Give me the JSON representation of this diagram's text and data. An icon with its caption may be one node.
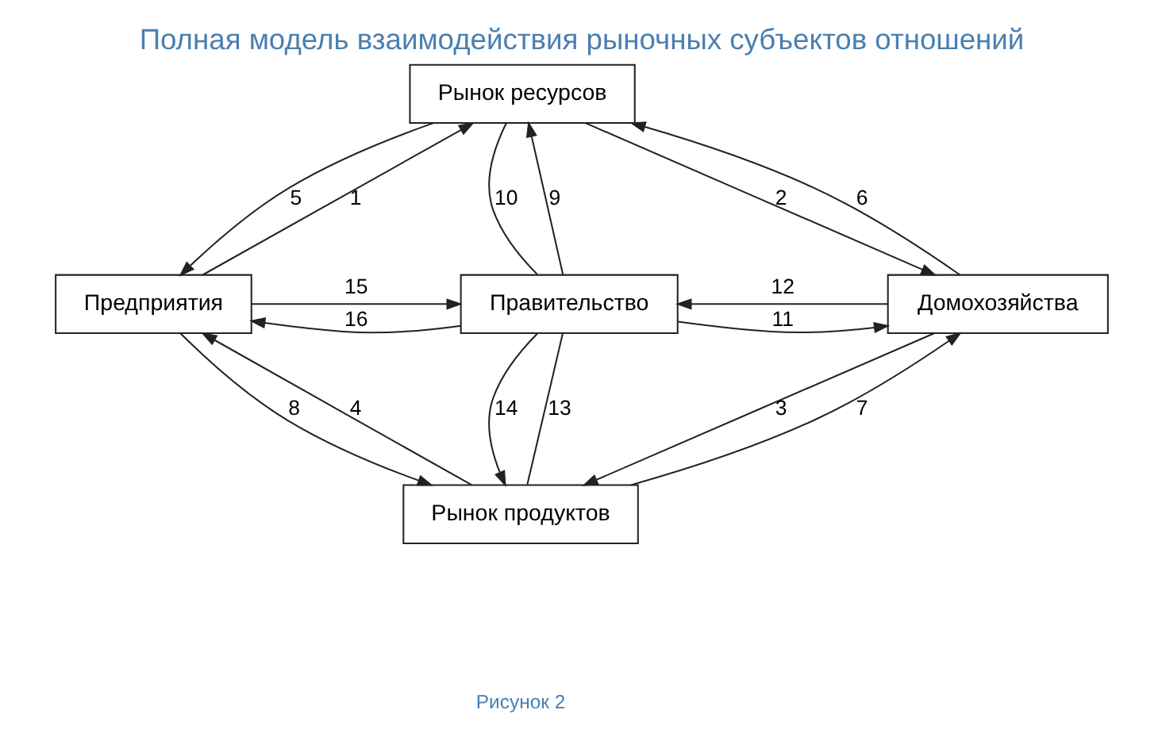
{
  "diagram": {
    "title": "Полная модель взаимодействия рыночных субъектов отношений",
    "caption": "Рисунок 2",
    "nodes": [
      {
        "text": [
          "Рынок ресурсов"
        ]
      },
      {
        "text": [
          "Предприятия"
        ]
      },
      {
        "text": [
          "Правительство"
        ]
      },
      {
        "text": [
          "Домохозяйства"
        ]
      },
      {
        "text": [
          "Рынок продуктов"
        ]
      }
    ],
    "edges": [
      {
        "from": 1,
        "to": 0,
        "arrow": "to",
        "label": "1"
      },
      {
        "from": 0,
        "to": 3,
        "arrow": "to",
        "label": "2"
      },
      {
        "from": 3,
        "to": 4,
        "arrow": "to",
        "label": "3"
      },
      {
        "from": 4,
        "to": 1,
        "arrow": "to",
        "label": "4"
      },
      {
        "from": 0,
        "to": 1,
        "arrow": "to",
        "label": "5"
      },
      {
        "from": 3,
        "to": 0,
        "arrow": "to",
        "label": "6"
      },
      {
        "from": 4,
        "to": 3,
        "arrow": "to",
        "label": "7"
      },
      {
        "from": 1,
        "to": 4,
        "arrow": "to",
        "label": "8"
      },
      {
        "from": 2,
        "to": 0,
        "arrow": "to",
        "label": "9"
      },
      {
        "from": 0,
        "to": 2,
        "arrow": "none",
        "label": "10"
      },
      {
        "from": 2,
        "to": 3,
        "arrow": "to",
        "label": "11"
      },
      {
        "from": 3,
        "to": 2,
        "arrow": "to",
        "label": "12"
      },
      {
        "from": 4,
        "to": 2,
        "arrow": "none",
        "label": "13"
      },
      {
        "from": 2,
        "to": 4,
        "arrow": "to",
        "label": "14"
      },
      {
        "from": 1,
        "to": 2,
        "arrow": "to",
        "label": "15"
      },
      {
        "from": 2,
        "to": 1,
        "arrow": "to",
        "label": "16"
      }
    ]
  }
}
